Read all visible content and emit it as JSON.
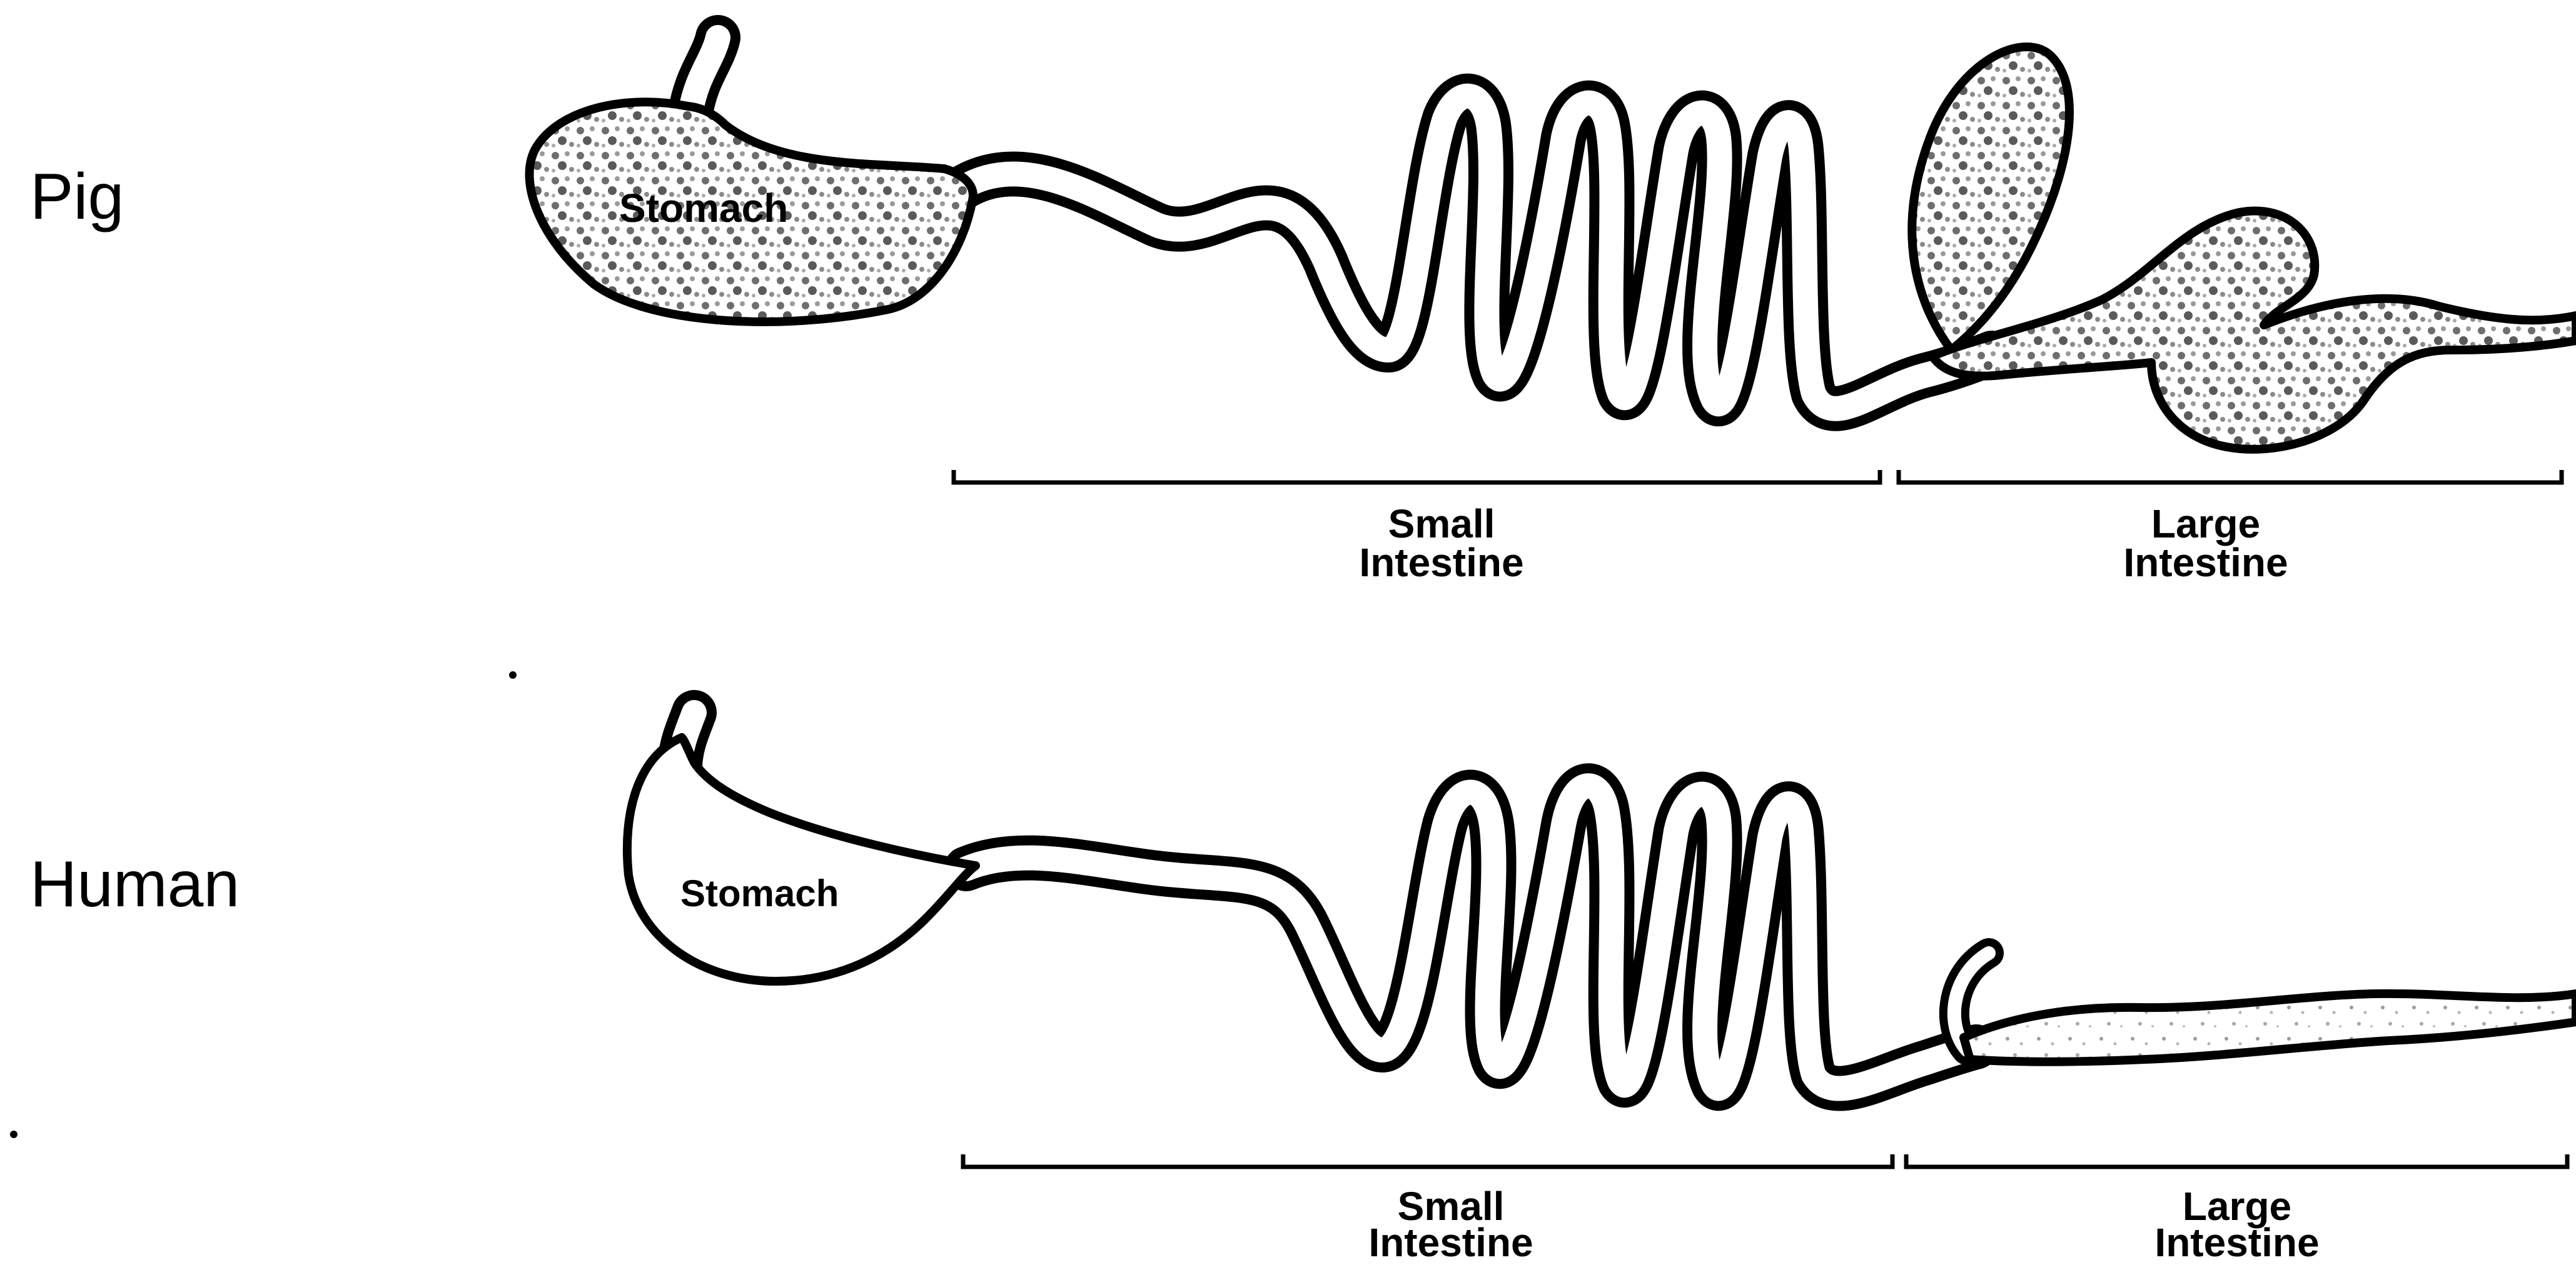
{
  "pig": {
    "animal_label": "Pig",
    "stomach_label": "Stomach",
    "small_intestine_label": [
      "Small",
      "Intestine"
    ],
    "large_intestine_label": [
      "Large",
      "Intestine"
    ]
  },
  "human": {
    "animal_label": "Human",
    "stomach_label": "Stomach",
    "small_intestine_label": [
      "Small",
      "Intestine"
    ],
    "large_intestine_label": [
      "Large",
      "Intestine"
    ]
  },
  "colors": {
    "ink": "#000000",
    "paper": "#ffffff",
    "stipple": "#7a7a7a"
  }
}
